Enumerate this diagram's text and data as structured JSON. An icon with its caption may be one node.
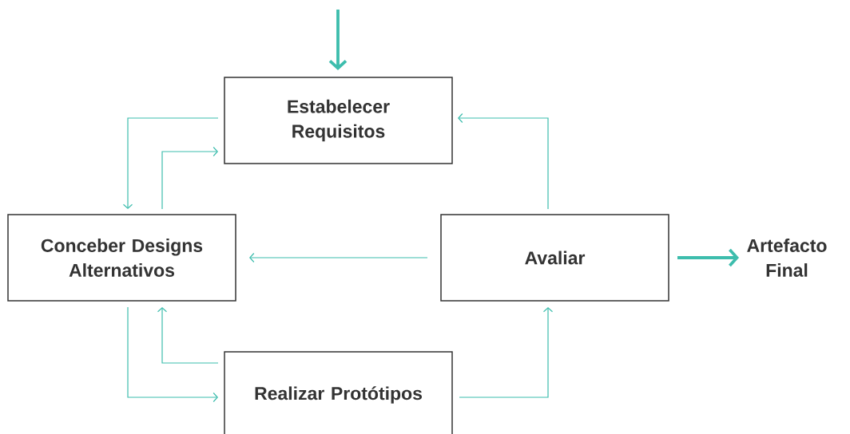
{
  "diagram": {
    "nodes": [
      {
        "text": [
          "Estabelecer Requisitos"
        ]
      },
      {
        "text": [
          "Conceber Designs Alternativos"
        ]
      },
      {
        "text": [
          "Avaliar"
        ]
      },
      {
        "text": [
          "Realizar Protótipos"
        ]
      },
      {
        "text": [
          "Artefacto Final"
        ]
      }
    ],
    "edges": [
      {
        "from": null,
        "to": 0,
        "arrow": "to",
        "style": "thick"
      },
      {
        "from": 0,
        "to": 1,
        "arrow": "to"
      },
      {
        "from": 1,
        "to": 0,
        "arrow": "to"
      },
      {
        "from": 2,
        "to": 1,
        "arrow": "to"
      },
      {
        "from": 2,
        "to": 0,
        "arrow": "to"
      },
      {
        "from": 1,
        "to": 3,
        "arrow": "to"
      },
      {
        "from": 3,
        "to": 1,
        "arrow": "to"
      },
      {
        "from": 3,
        "to": 2,
        "arrow": "to"
      },
      {
        "from": 2,
        "to": 4,
        "arrow": "to",
        "style": "thick"
      }
    ]
  }
}
